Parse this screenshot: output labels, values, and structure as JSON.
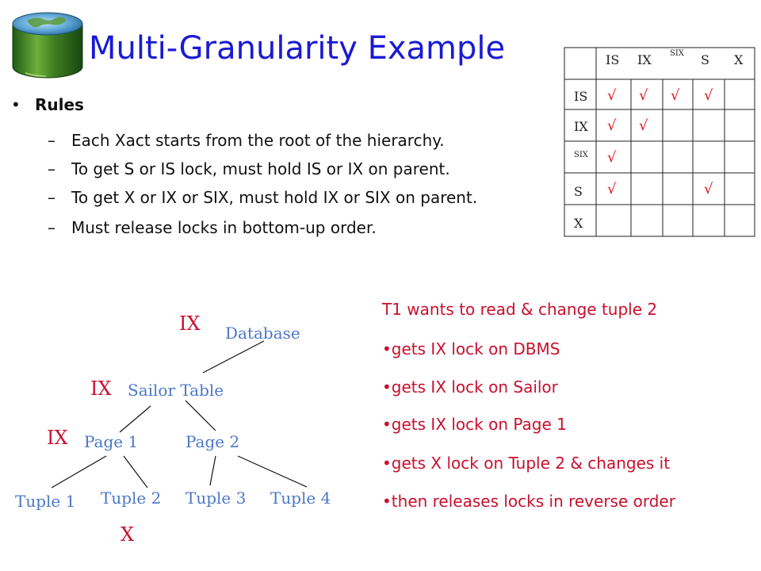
{
  "title": "Multi-Granularity Example",
  "rules": {
    "heading": "Rules",
    "items": [
      "Each Xact starts from the root of the hierarchy.",
      "To get S or IS lock, must hold IS or IX on parent.",
      "To get X or IX or SIX, must hold IX or SIX on parent.",
      "Must release locks in bottom-up order."
    ]
  },
  "matrix": {
    "col_headers": [
      "IS",
      "IX",
      "SIX",
      "S",
      "X"
    ],
    "row_headers": [
      "IS",
      "IX",
      "SIX",
      "S",
      "X"
    ],
    "check_symbol": "√",
    "compatible": [
      [
        true,
        true,
        true,
        true,
        false
      ],
      [
        true,
        true,
        false,
        false,
        false
      ],
      [
        true,
        false,
        false,
        false,
        false
      ],
      [
        true,
        false,
        false,
        true,
        false
      ],
      [
        false,
        false,
        false,
        false,
        false
      ]
    ]
  },
  "tree": {
    "database": "Database",
    "sailor_table": "Sailor Table",
    "page1": "Page 1",
    "page2": "Page 2",
    "tuple1": "Tuple 1",
    "tuple2": "Tuple 2",
    "tuple3": "Tuple 3",
    "tuple4": "Tuple 4",
    "locks": {
      "database": "IX",
      "sailor_table": "IX",
      "page1": "IX",
      "tuple2": "X"
    }
  },
  "notes": {
    "heading": "T1 wants to read & change tuple 2",
    "bullets": [
      "gets IX lock on DBMS",
      "gets IX lock on Sailor",
      "gets IX lock on Page 1",
      "gets X lock on Tuple 2 & changes it",
      "then releases locks in reverse order"
    ]
  },
  "colors": {
    "title": "#1a1ad4",
    "check": "#e0141e",
    "tree_node": "#4a78c8",
    "lock": "#c8102e"
  },
  "icon": "database-cylinder-icon"
}
